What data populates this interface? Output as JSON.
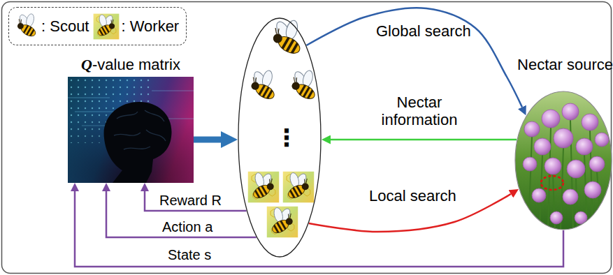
{
  "diagram": {
    "nodes": [
      {
        "text": [
          "Q-value matrix"
        ]
      },
      {
        "text": [
          "⋮"
        ]
      },
      {
        "text": [
          "Nectar source"
        ]
      }
    ],
    "edges": [
      {
        "from": 0,
        "to": 1,
        "arrow": "to"
      },
      {
        "from": 1,
        "to": 2,
        "arrow": "to",
        "label": "Global search"
      },
      {
        "from": 2,
        "to": 1,
        "arrow": "to",
        "label": "Nectar information"
      },
      {
        "from": 1,
        "to": 2,
        "arrow": "to",
        "label": "Local search"
      },
      {
        "from": 1,
        "to": 0,
        "arrow": "to",
        "label": "Reward R"
      },
      {
        "from": 1,
        "to": 0,
        "arrow": "to",
        "label": "Action a"
      },
      {
        "from": 2,
        "to": 0,
        "arrow": "to",
        "label": "State s"
      }
    ],
    "legend": [
      {
        "text": ": Scout"
      },
      {
        "text": ": Worker"
      }
    ]
  }
}
